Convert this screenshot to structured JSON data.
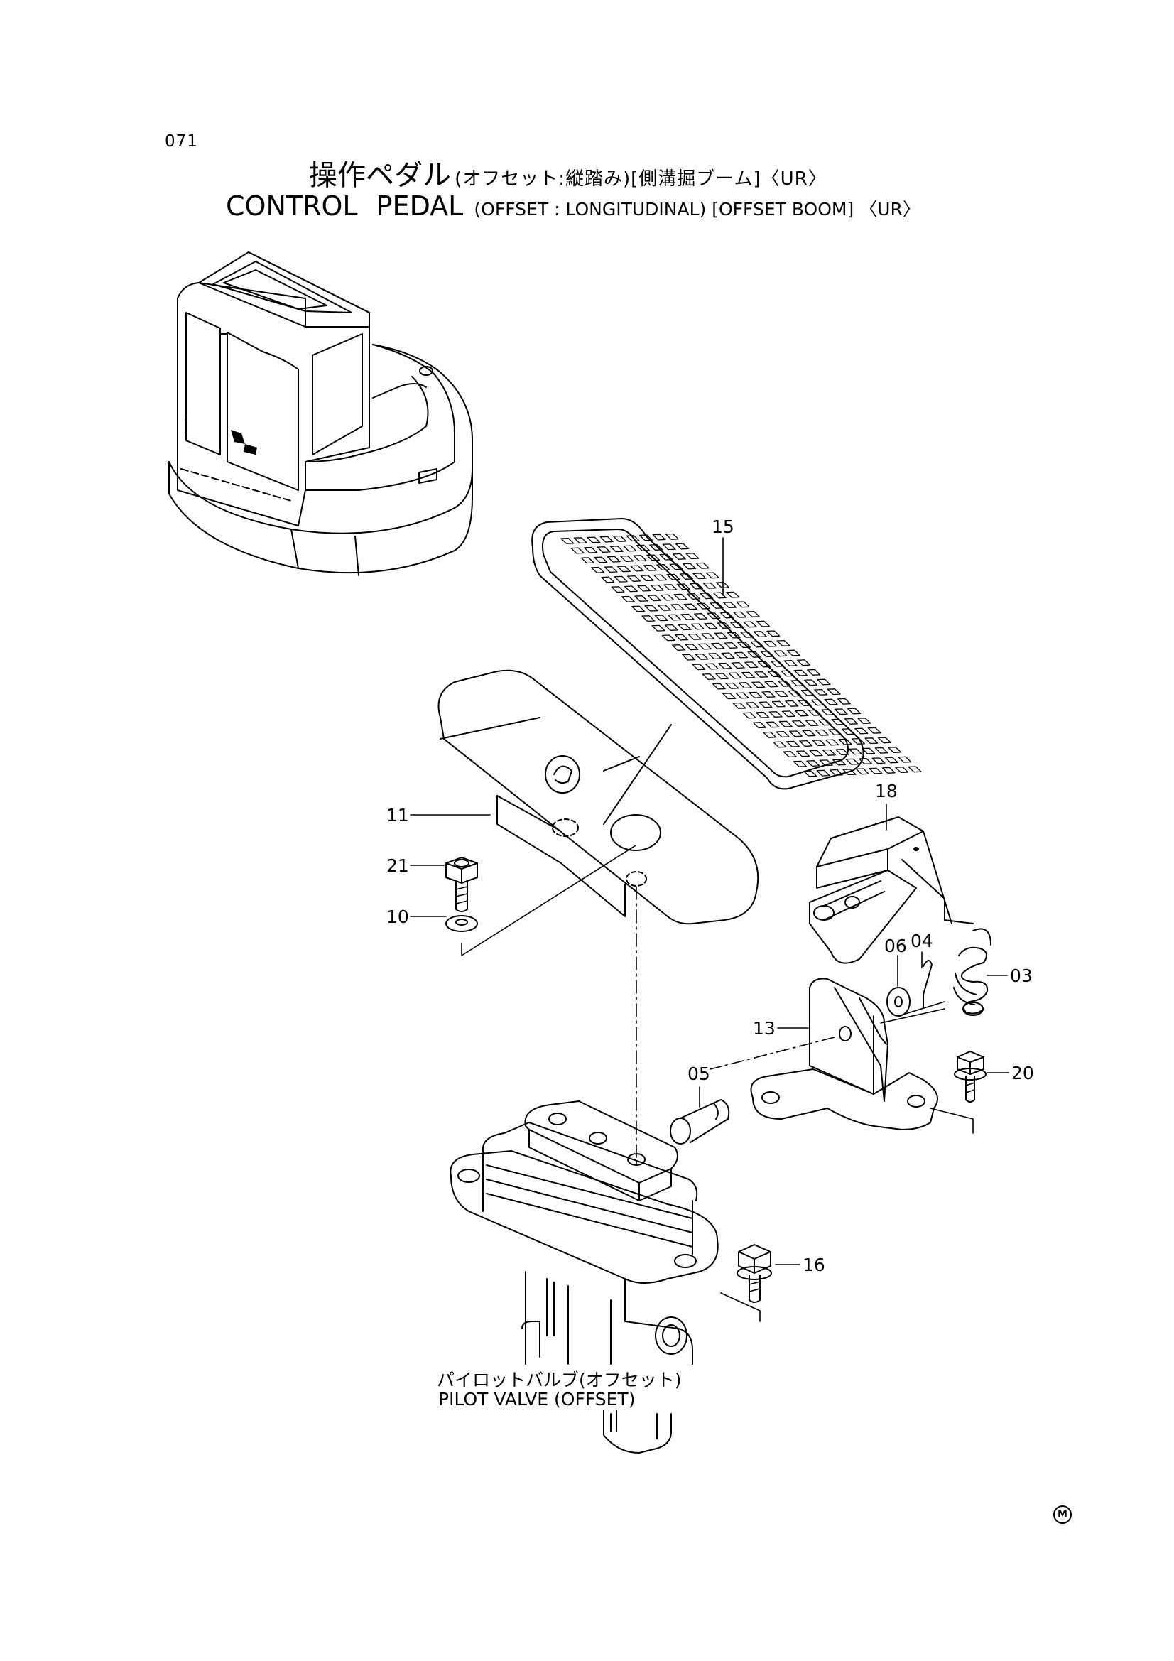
{
  "header": {
    "page_number": "071",
    "title_jp": "操作ペダル",
    "title_jp_suffix": "(オフセット:縦踏み)[側溝掘ブーム]〈UR〉",
    "title_en": "CONTROL PEDAL",
    "title_en_suffix": "(OFFSET : LONGITUDINAL) [OFFSET BOOM] 〈UR〉"
  },
  "callouts": [
    {
      "id": "15",
      "part": "pedal-cover"
    },
    {
      "id": "18",
      "part": "bracket"
    },
    {
      "id": "11",
      "part": "pedal"
    },
    {
      "id": "21",
      "part": "bolt"
    },
    {
      "id": "10",
      "part": "washer"
    },
    {
      "id": "06",
      "part": "washer"
    },
    {
      "id": "04",
      "part": "cotter-pin"
    },
    {
      "id": "03",
      "part": "spring"
    },
    {
      "id": "13",
      "part": "bracket"
    },
    {
      "id": "05",
      "part": "pin"
    },
    {
      "id": "20",
      "part": "bolt"
    },
    {
      "id": "16",
      "part": "bolt"
    }
  ],
  "caption": {
    "jp": "パイロットバルブ(オフセット)",
    "en": "PILOT VALVE (OFFSET)"
  },
  "mark": "M"
}
